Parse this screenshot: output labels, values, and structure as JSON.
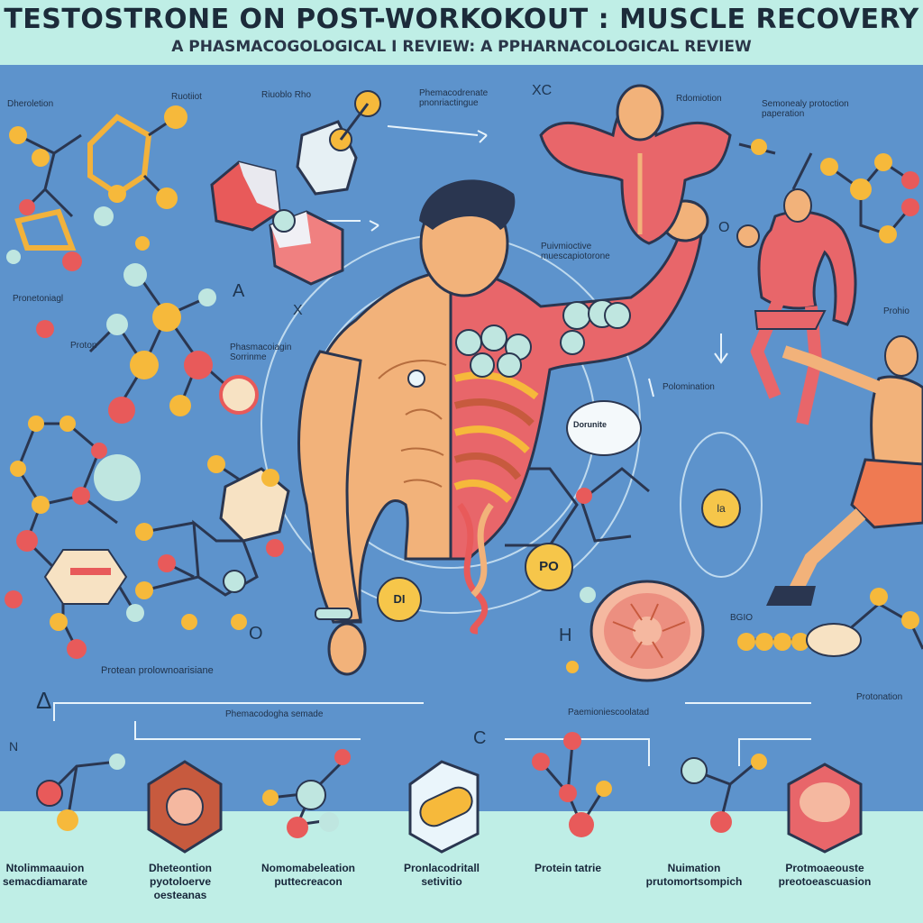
{
  "header": {
    "title": "TESTOSTRONE ON POST-WORKOKOUT : MUSCLE RECOVERY",
    "subtitle": "A PHASMACOGOLOGICAL I REVIEW: A PPHARNACOLOGICAL REVIEW"
  },
  "labels": {
    "top_left": "Dheroletion",
    "top_a": "Ruotiiot",
    "top_b": "Riuoblo Rho",
    "top_c": "Phemacodrenate pnonriactingue",
    "top_d": "Rdomiotion",
    "top_e": "Semonealy protoction paperation",
    "mid_left": "Pronetoniagl",
    "proton": "Proton",
    "mid_center": "Phasmacoiagin Sorrinme",
    "muscle": "Puivmioctive muescapiotorone",
    "dominite": "Dorunite",
    "polommion": "Polomination",
    "protein_path": "Protean prolownoarisiane",
    "pharm_service": "Phemacodogha semade",
    "center_bottom": "Paemioniescoolatad",
    "bgio": "BGIO",
    "protein_right": "Protonation",
    "prohio": "Prohio"
  },
  "badges": {
    "po": "PO",
    "d": "DI",
    "la": "la"
  },
  "letters": {
    "x_top": "XC",
    "a": "A",
    "x": "X",
    "o_mid": "O",
    "o_left": "O",
    "h": "H",
    "c": "C",
    "delta": "Δ",
    "n": "N"
  },
  "bottom_row": [
    {
      "label": "Ntolimmaauion semacdiamarate"
    },
    {
      "label": "Dheteontion pyotoloerve oesteanas"
    },
    {
      "label": "Nomomabeleation puttecreacon"
    },
    {
      "label": "Pronlacodritall setivitio"
    },
    {
      "label": "Protein tatrie"
    },
    {
      "label": "Nuimation prutomortsompich"
    },
    {
      "label": "Protmoaeouste preotoeascuasion"
    }
  ],
  "colors": {
    "background": "#5d93cc",
    "band": "#bfeee6",
    "skin": "#f2b27a",
    "muscle": "#e8666a",
    "atom_yellow": "#f6b93b",
    "atom_red": "#e85a5a",
    "atom_teal": "#bfe6e0"
  }
}
